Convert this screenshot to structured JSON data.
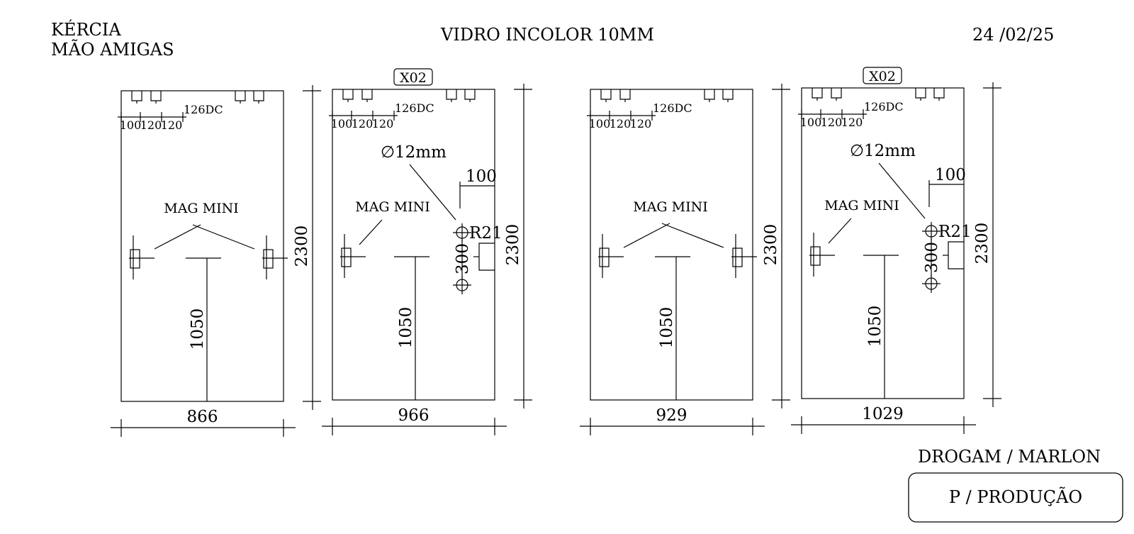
{
  "header": {
    "client_line1": "KÉRCIA",
    "client_line2": "MÃO AMIGAS",
    "title": "VIDRO INCOLOR 10MM",
    "date": "24 /02/25"
  },
  "footer": {
    "author": "DROGAM / MARLON",
    "status": "P / PRODUÇÃO"
  },
  "labels": {
    "hinge_dims": [
      "100",
      "120",
      "120"
    ],
    "hinge_code": "126DC",
    "mag": "MAG MINI",
    "height": "2300",
    "handle_height": "1050",
    "hole_diameter": "∅12mm",
    "hole_offset": "100",
    "radius": "R21",
    "hole_spacing": "300",
    "qty": "X02"
  },
  "panels": [
    {
      "width_label": "866",
      "has_handle": false,
      "qty_visible": false
    },
    {
      "width_label": "966",
      "has_handle": true,
      "qty_visible": true
    },
    {
      "width_label": "929",
      "has_handle": false,
      "qty_visible": false
    },
    {
      "width_label": "1029",
      "has_handle": true,
      "qty_visible": true
    }
  ]
}
